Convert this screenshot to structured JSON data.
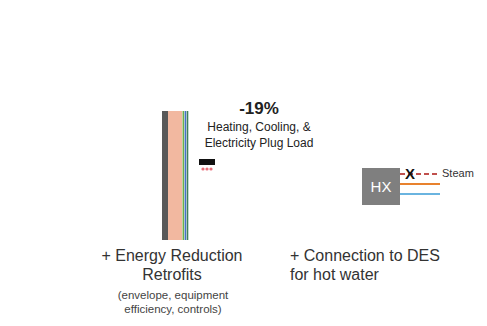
{
  "diagram": {
    "nodes": [
      {
        "text": [
          "-19%",
          "Heating, Cooling, & Electricity Plug Load"
        ]
      },
      {
        "text": [
          "HX"
        ],
        "in": 0
      }
    ],
    "labels": [
      "X",
      "Steam",
      "+ Energy Reduction Retrofits",
      "(envelope, equipment efficiency, controls)",
      "+ Connection to DES for hot water"
    ]
  }
}
